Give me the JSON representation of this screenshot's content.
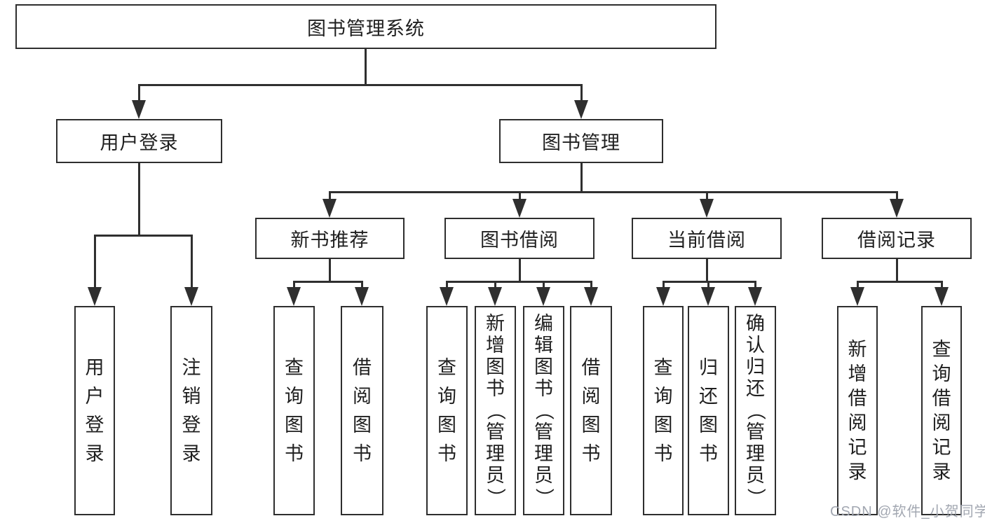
{
  "diagram": {
    "root": {
      "label": "图书管理系统"
    },
    "branches": [
      {
        "label": "用户登录",
        "children": [
          {
            "label": "用户登录"
          },
          {
            "label": "注销登录"
          }
        ]
      },
      {
        "label": "图书管理",
        "children": [
          {
            "label": "新书推荐",
            "children": [
              {
                "label": "查询图书"
              },
              {
                "label": "借阅图书"
              }
            ]
          },
          {
            "label": "图书借阅",
            "children": [
              {
                "label": "查询图书"
              },
              {
                "label": "新增图书（管理员）"
              },
              {
                "label": "编辑图书（管理员）"
              },
              {
                "label": "借阅图书"
              }
            ]
          },
          {
            "label": "当前借阅",
            "children": [
              {
                "label": "查询图书"
              },
              {
                "label": "归还图书"
              },
              {
                "label": "确认归还（管理员）"
              }
            ]
          },
          {
            "label": "借阅记录",
            "children": [
              {
                "label": "新增借阅记录"
              },
              {
                "label": "查询借阅记录"
              }
            ]
          }
        ]
      }
    ],
    "watermark": "CSDN @软件_小贺同学",
    "colors": {
      "line": "#2f2f2f",
      "box_border": "#2e2e2e",
      "text": "#1f1f1f",
      "watermark": "#a2a7b1",
      "background": "#ffffff"
    }
  }
}
